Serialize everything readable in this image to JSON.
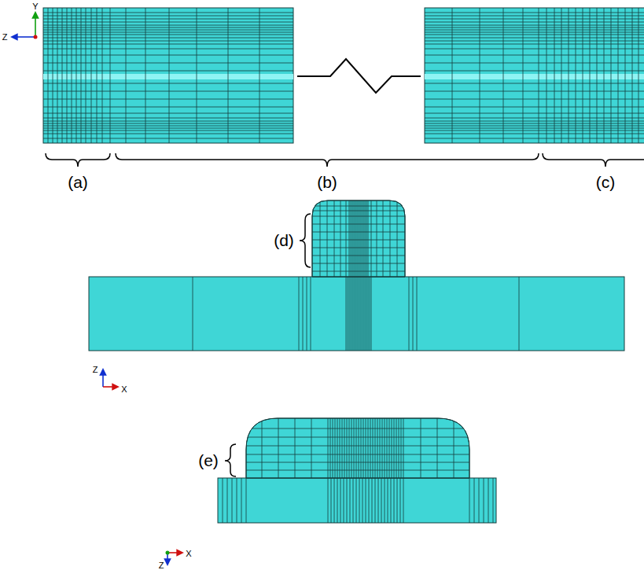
{
  "diagram": {
    "labels": [
      "Z",
      "Y",
      "(a)",
      "(b)",
      "(c)",
      "(d)",
      "Z",
      "X",
      "(e)",
      "X",
      "Z"
    ]
  }
}
